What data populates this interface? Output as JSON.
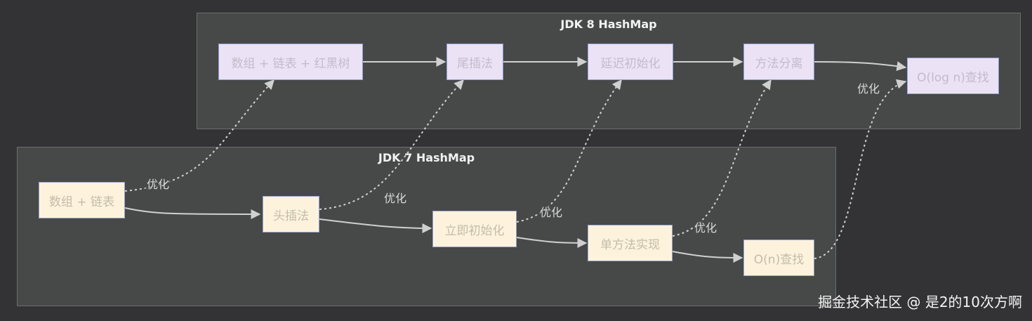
{
  "clusters": {
    "jdk8_title": "JDK 8 HashMap",
    "jdk7_title": "JDK 7 HashMap"
  },
  "jdk8_nodes": [
    "数组 + 链表 + 红黑树",
    "尾插法",
    "延迟初始化",
    "方法分离",
    "O(log n)查找"
  ],
  "jdk7_nodes": [
    "数组 + 链表",
    "头插法",
    "立即初始化",
    "单方法实现",
    "O(n)查找"
  ],
  "edge_labels": [
    "优化",
    "优化",
    "优化",
    "优化",
    "优化"
  ],
  "watermark": "掘金技术社区 @ 是2的10次方啊",
  "colors": {
    "background": "#333336",
    "cluster_fill": "#474948",
    "jdk8_node_fill": "#ece2f5",
    "jdk7_node_fill": "#fdf3dc",
    "edge": "#d0d0d0"
  }
}
